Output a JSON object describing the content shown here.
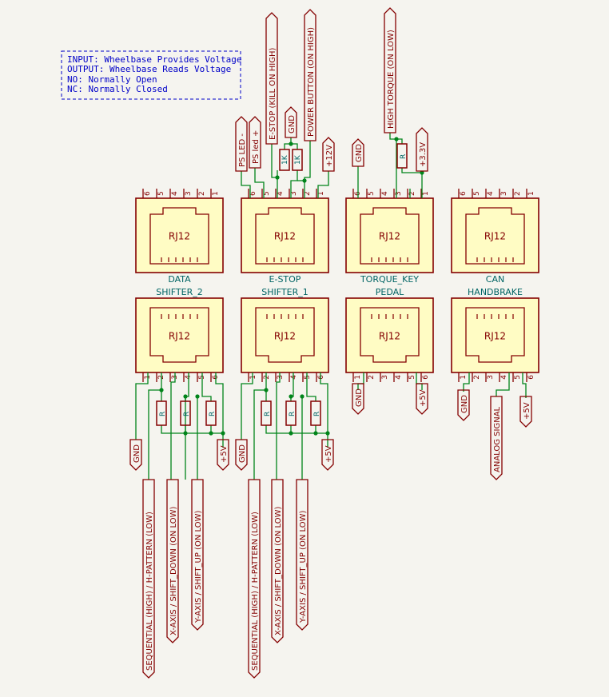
{
  "colors": {
    "background": "#f5f4ef",
    "wire": "#00841a",
    "component": "#840000",
    "connector_fill": "#fffcc4",
    "text_dark": "#840000",
    "text_teal": "#006464",
    "note": "#0000c8",
    "junction": "#00841a"
  },
  "note": {
    "lines": [
      "INPUT: Wheelbase Provides Voltage",
      "OUTPUT: Wheelbase Reads Voltage",
      "NO: Normally Open",
      "NC: Normally Closed"
    ]
  },
  "connector_type": "RJ12",
  "connectors": [
    {
      "id": "data",
      "label": "DATA",
      "pins": [
        "6",
        "5",
        "4",
        "3",
        "2",
        "1"
      ]
    },
    {
      "id": "estop",
      "label": "E-STOP",
      "pins": [
        "6",
        "5",
        "4",
        "3",
        "2",
        "1"
      ]
    },
    {
      "id": "torque_key",
      "label": "TORQUE_KEY",
      "pins": [
        "6",
        "5",
        "4",
        "3",
        "2",
        "1"
      ]
    },
    {
      "id": "can",
      "label": "CAN",
      "pins": [
        "6",
        "5",
        "4",
        "3",
        "2",
        "1"
      ]
    },
    {
      "id": "shifter_2",
      "label": "SHIFTER_2",
      "pins": [
        "1",
        "2",
        "3",
        "4",
        "5",
        "6"
      ]
    },
    {
      "id": "shifter_1",
      "label": "SHIFTER_1",
      "pins": [
        "1",
        "2",
        "3",
        "4",
        "5",
        "6"
      ]
    },
    {
      "id": "pedal",
      "label": "PEDAL",
      "pins": [
        "1",
        "2",
        "3",
        "4",
        "5",
        "6"
      ]
    },
    {
      "id": "handbrake",
      "label": "HANDBRAKE",
      "pins": [
        "1",
        "2",
        "3",
        "4",
        "5",
        "6"
      ]
    }
  ],
  "resistors": {
    "estop_a": "1K",
    "estop_b": "1K",
    "torque": "R",
    "shifter": "R"
  },
  "net_labels": {
    "ps_led_minus": "PS LED -",
    "ps_led_plus": "PS led +",
    "estop_kill": "E-STOP (KILL ON HIGH)",
    "estop_gnd": "GND",
    "power_button": "POWER BUTTON (ON HIGH)",
    "plus_12v": "+12V",
    "torque_gnd": "GND",
    "high_torque": "HIGH TORQUE (ON LOW)",
    "plus_3v3": "+3.3V",
    "shifter_gnd": "GND",
    "shifter_5v": "+5V",
    "sequential": "SEQUENTIAL (HIGH) / H-PATTERN (LOW)",
    "x_axis": "X-AXIS / SHIFT_DOWN (ON LOW)",
    "y_axis": "Y-AXIS / SHIFT_UP (ON LOW)",
    "pedal_gnd": "GND",
    "pedal_5v": "+5V",
    "handbrake_gnd": "GND",
    "analog_signal": "ANALOG SIGNAL",
    "handbrake_5v": "+5V"
  }
}
